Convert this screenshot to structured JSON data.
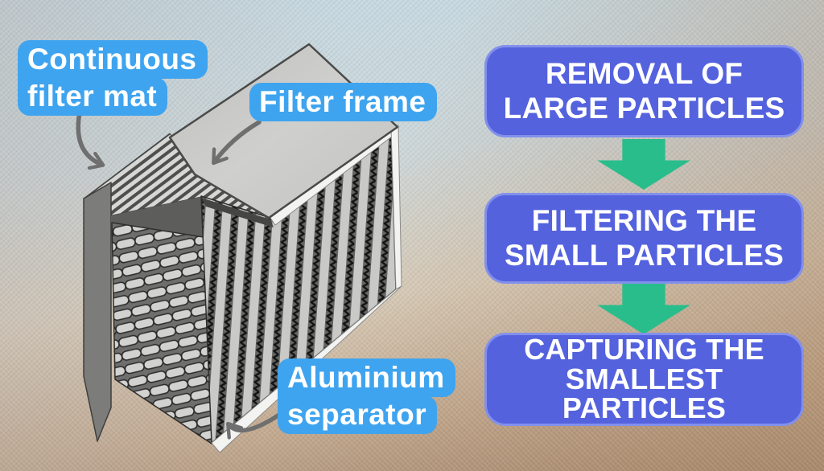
{
  "illustration": {
    "labels": [
      {
        "id": "continuous-filter-mat",
        "lines": [
          "Continuous",
          "filter mat"
        ]
      },
      {
        "id": "filter-frame",
        "lines": [
          "Filter frame"
        ]
      },
      {
        "id": "aluminium-separator",
        "lines": [
          "Aluminium",
          "separator"
        ]
      }
    ],
    "colors": {
      "label_bg": "#3FA4EF",
      "label_text": "#FFFFFF",
      "pointer_arrow": "#6F6F6F",
      "filter_light_gray": "#C9C9C7",
      "filter_dark_gray": "#5F5F5D"
    }
  },
  "flowchart": {
    "steps": [
      {
        "lines": [
          "REMOVAL OF",
          "LARGE PARTICLES"
        ]
      },
      {
        "lines": [
          "FILTERING THE",
          "SMALL PARTICLES"
        ]
      },
      {
        "lines": [
          "CAPTURING THE",
          "SMALLEST",
          "PARTICLES"
        ]
      }
    ],
    "colors": {
      "box_bg": "#5462DE",
      "box_border": "#8290EC",
      "text": "#FFFFFF",
      "arrow": "#2ABD8C"
    }
  },
  "background": {
    "top": "#C3D8E2",
    "middle": "#D8CDBB",
    "bottom_right": "#A98F76",
    "bottom_left": "#B5B0AD"
  }
}
